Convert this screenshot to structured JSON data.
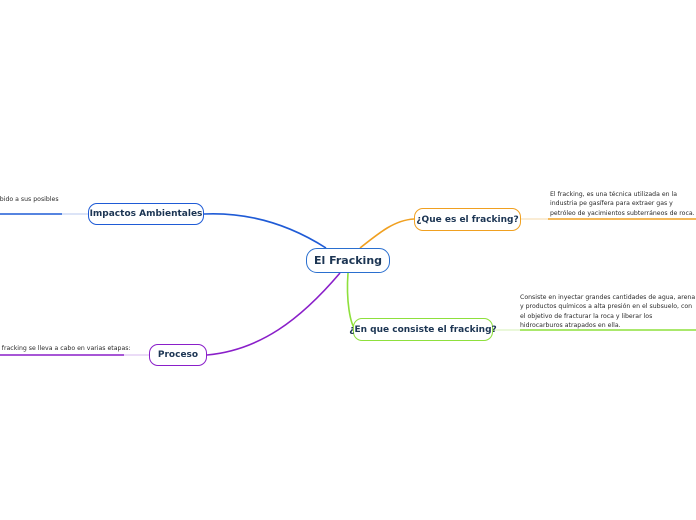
{
  "mindmap": {
    "central": {
      "label": "El Fracking",
      "color": "#2a6fcf"
    },
    "branches": [
      {
        "id": "impactos",
        "label": "Impactos Ambientales",
        "color": "#1f5bd6",
        "note": "ebido a sus posibles"
      },
      {
        "id": "proceso",
        "label": "Proceso",
        "color": "#8a1fc9",
        "note": "e fracking se lleva a cabo en varias etapas:"
      },
      {
        "id": "que",
        "label": "¿Que es el fracking?",
        "color": "#f0a020",
        "note": " El fracking, es una técnica utilizada en la industria pe gasífera para extraer gas y petróleo de yacimientos subterráneos de roca."
      },
      {
        "id": "consiste",
        "label": "¿En que consiste el fracking?",
        "color": "#8ee03c",
        "note": "Consiste en inyectar grandes cantidades de agua, arena y productos químicos a alta presión en el subsuelo, con el objetivo de fracturar la roca y liberar los hidrocarburos atrapados en ella."
      }
    ]
  }
}
